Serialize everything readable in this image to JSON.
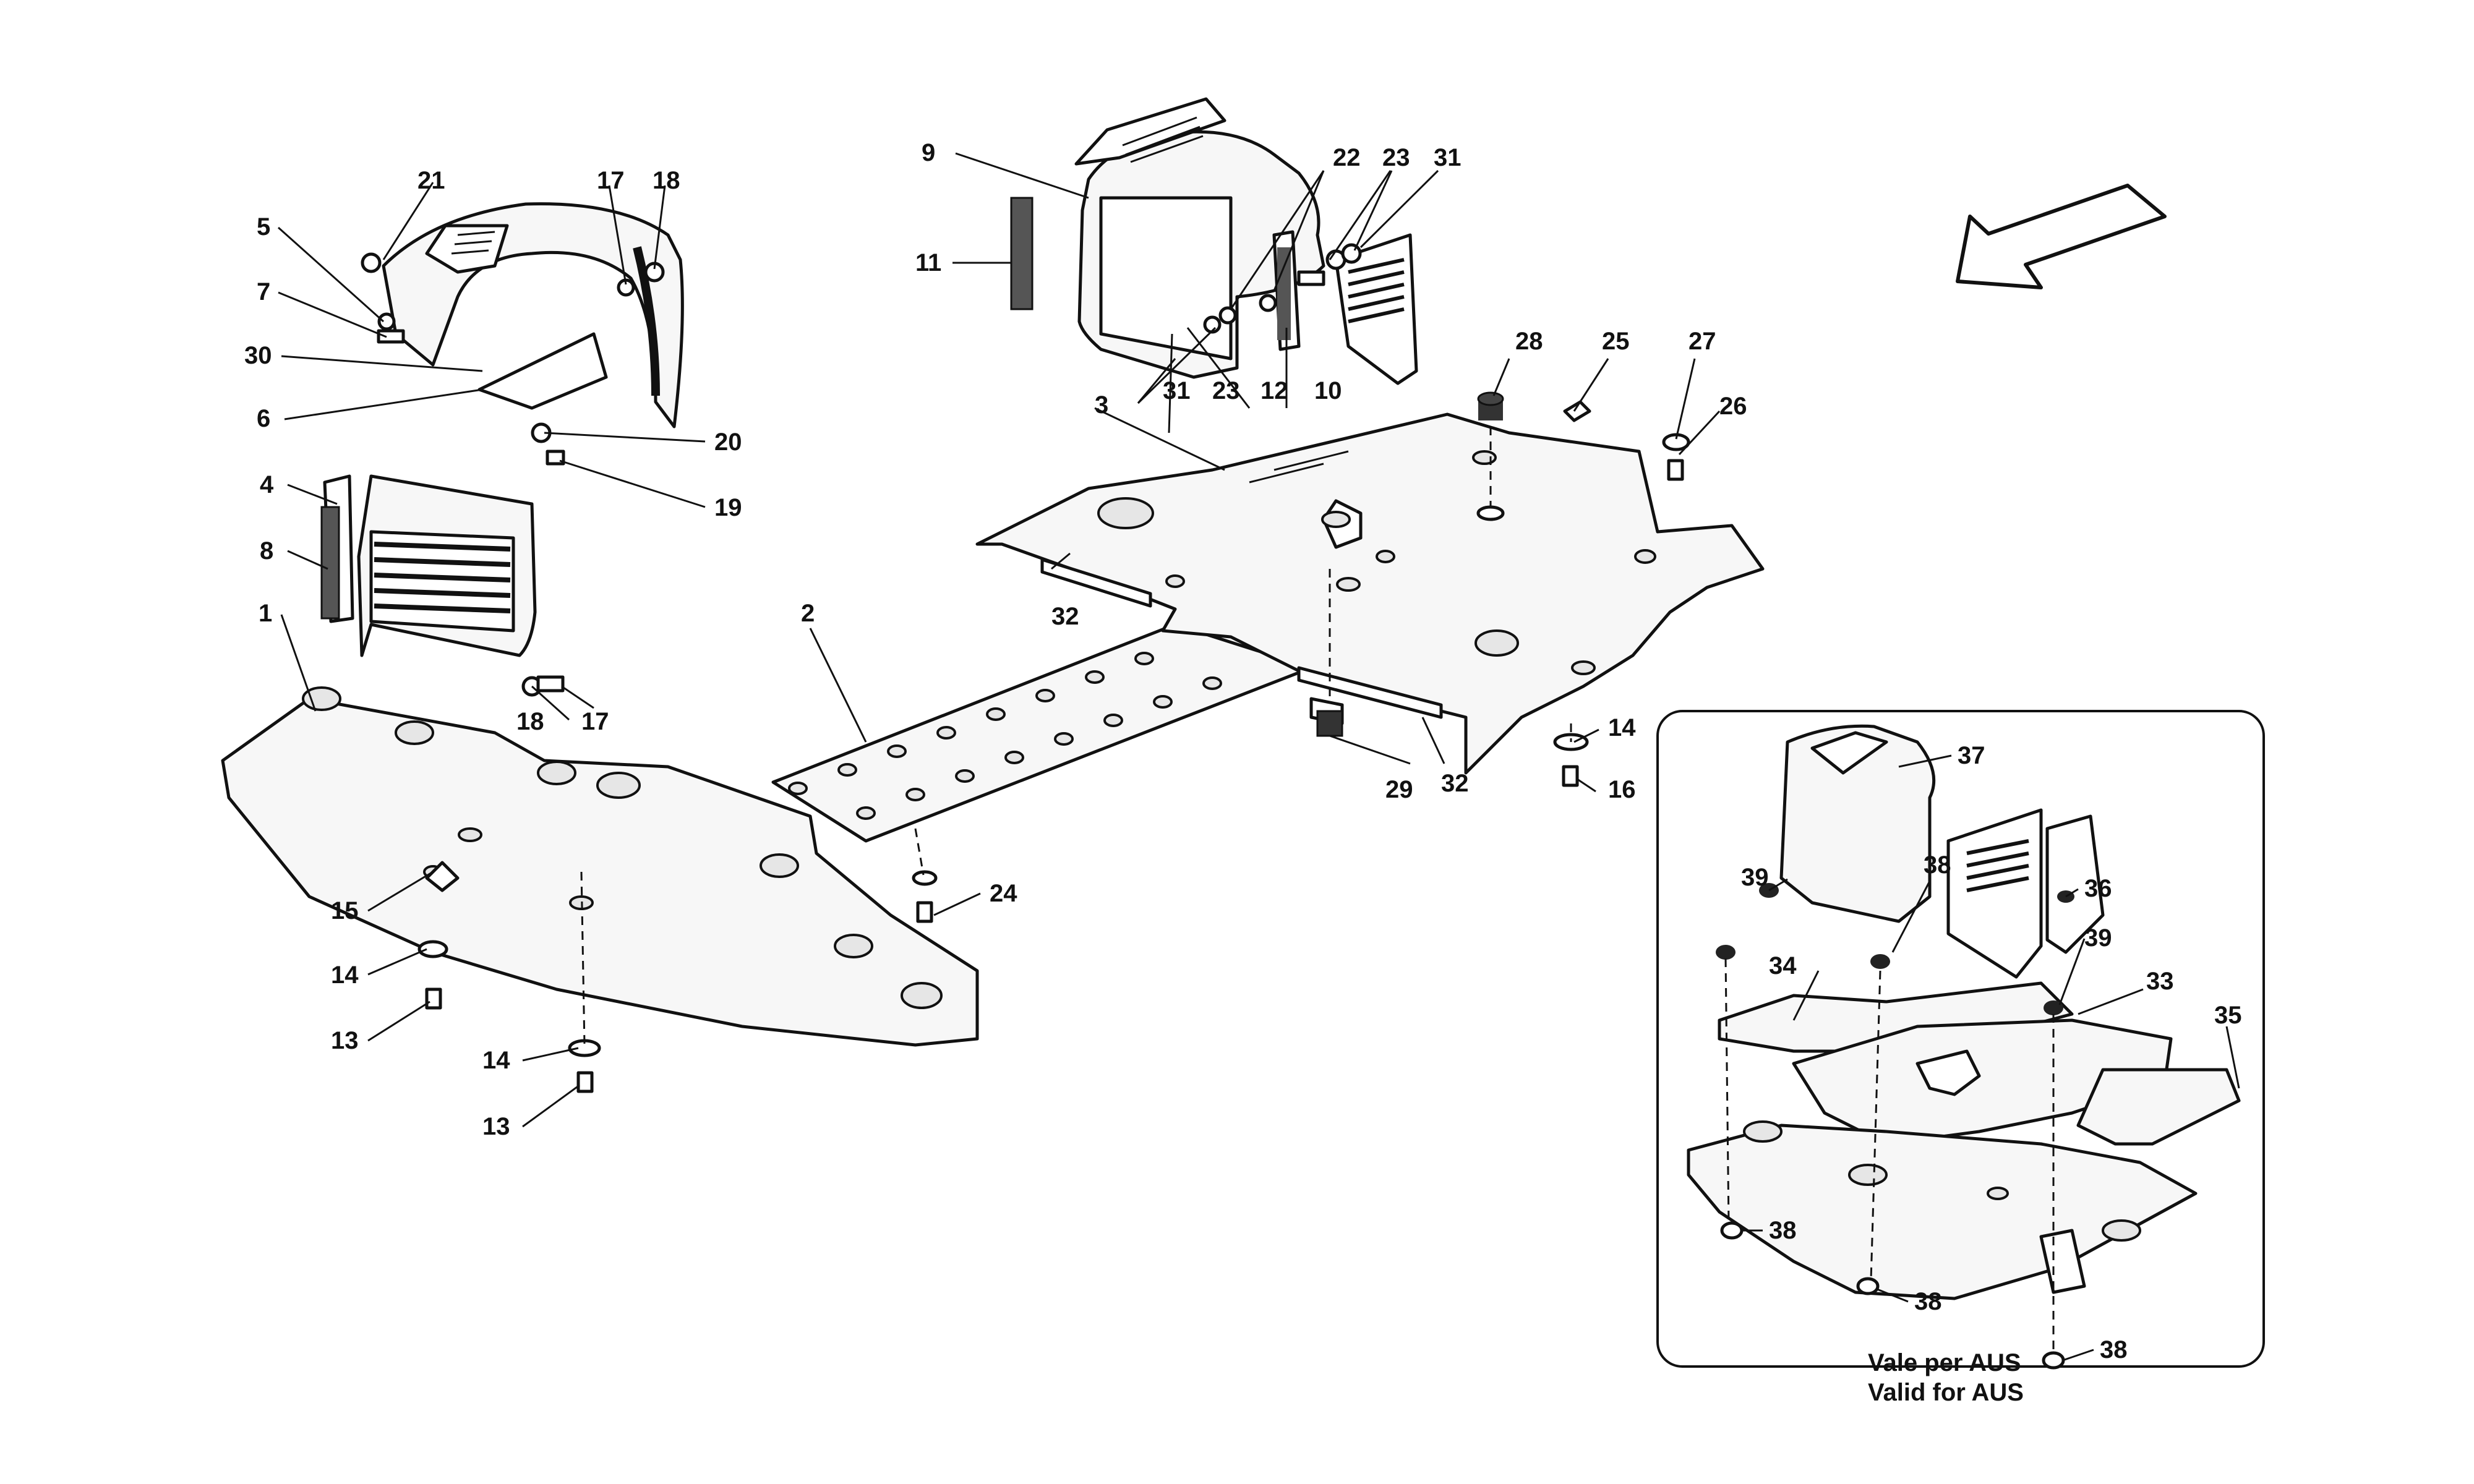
{
  "callouts": {
    "c1": "1",
    "c2": "2",
    "c3": "3",
    "c4": "4",
    "c5": "5",
    "c6": "6",
    "c7": "7",
    "c8": "8",
    "c9": "9",
    "c10": "10",
    "c11": "11",
    "c12": "12",
    "c13a": "13",
    "c13b": "13",
    "c14a": "14",
    "c14b": "14",
    "c14c": "14",
    "c15": "15",
    "c16": "16",
    "c17a": "17",
    "c17b": "17",
    "c18a": "18",
    "c18b": "18",
    "c19": "19",
    "c20": "20",
    "c21": "21",
    "c22": "22",
    "c23a": "23",
    "c23b": "23",
    "c24": "24",
    "c25": "25",
    "c26": "26",
    "c27": "27",
    "c28": "28",
    "c29": "29",
    "c30": "30",
    "c31a": "31",
    "c31b": "31",
    "c32a": "32",
    "c32b": "32",
    "c33": "33",
    "c34": "34",
    "c35": "35",
    "c36": "36",
    "c37": "37",
    "c38a": "38",
    "c38b": "38",
    "c38c": "38",
    "c38d": "38",
    "c39a": "39",
    "c39b": "39"
  },
  "inset_note": {
    "line1": "Vale per AUS",
    "line2": "Valid for AUS"
  }
}
